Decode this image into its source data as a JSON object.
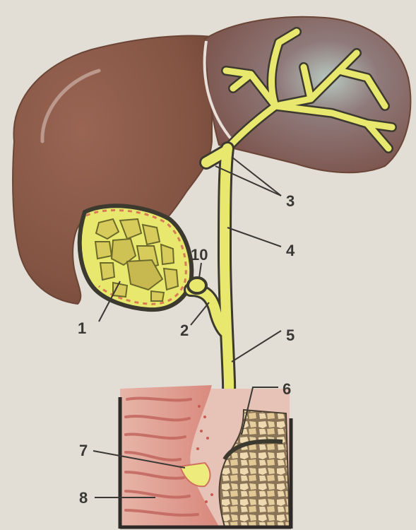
{
  "labels": {
    "n1": "1",
    "n2": "2",
    "n3": "3",
    "n4": "4",
    "n5": "5",
    "n6": "6",
    "n7": "7",
    "n8": "8",
    "n10": "10"
  },
  "colors": {
    "background": "#e2ddd5",
    "liver": "#8a5a49",
    "duct": "#e9e86e",
    "duct_outline": "#3c3a2f",
    "stone": "#c9b84c",
    "intestine": "#e8a99a",
    "pancreas": "#e9d2a6",
    "label": "#3a3835"
  },
  "icons": [
    "liver-illustration",
    "gallbladder-with-stones",
    "bile-duct-tree",
    "duodenum-wall",
    "pancreas-tissue"
  ]
}
